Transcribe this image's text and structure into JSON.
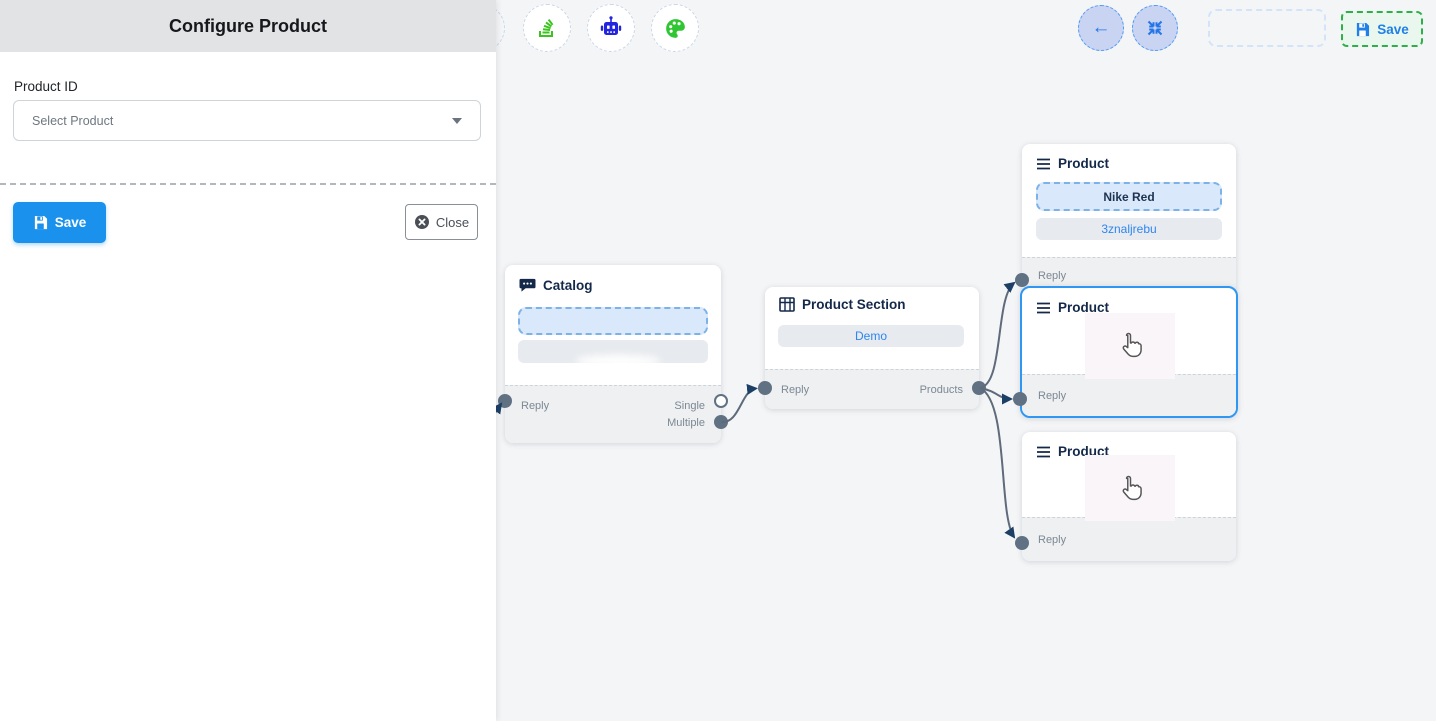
{
  "panel": {
    "title": "Configure Product",
    "product_id_label": "Product ID",
    "select_placeholder": "Select Product",
    "save_label": "Save",
    "close_label": "Close"
  },
  "toolbar": {
    "icons": [
      "stack-icon",
      "robot-icon",
      "palette-icon"
    ],
    "back_icon": "arrow-left",
    "fit_icon": "compress-arrows"
  },
  "topbar": {
    "save_label": "Save"
  },
  "flow": {
    "catalog": {
      "title": "Catalog",
      "reply_label": "Reply",
      "single_label": "Single",
      "multiple_label": "Multiple"
    },
    "product_section": {
      "title": "Product Section",
      "item_label": "Demo",
      "reply_label": "Reply",
      "products_label": "Products"
    },
    "product1": {
      "title": "Product",
      "item1_label": "Nike Red",
      "item2_label": "3znaljrebu",
      "reply_label": "Reply"
    },
    "product2": {
      "title": "Product",
      "reply_label": "Reply"
    },
    "product3": {
      "title": "Product",
      "reply_label": "Reply"
    }
  },
  "colors": {
    "primary_blue": "#1a91ec",
    "selection_blue": "#2e96f3",
    "save_green": "#2fae49",
    "link_blue": "#2e86f0",
    "handle_slate": "#5f7183",
    "arrow_navy": "#1c3f66",
    "node_header_navy": "#14294a"
  }
}
